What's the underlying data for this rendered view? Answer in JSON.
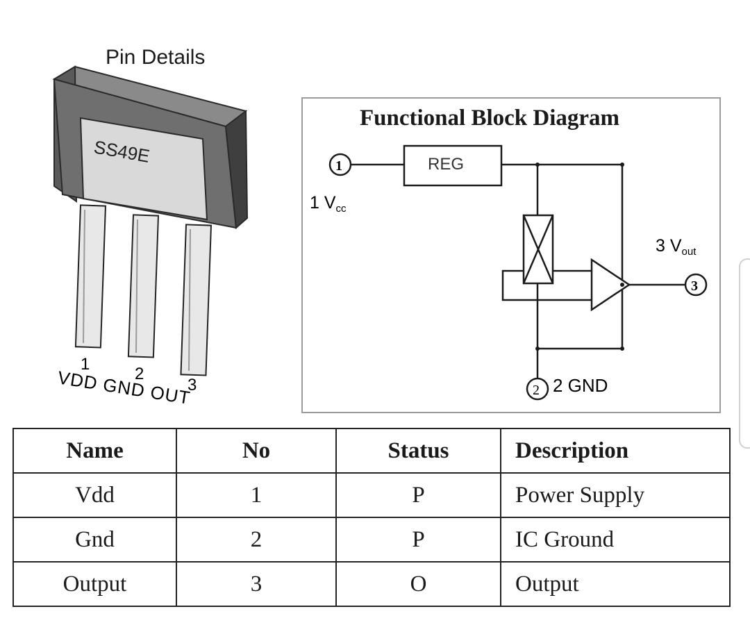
{
  "package": {
    "title": "Pin Details",
    "part_marking": "SS49E",
    "pin_numbers": [
      "1",
      "2",
      "3"
    ],
    "pin_names": "VDD GND OUT"
  },
  "block_diagram": {
    "title": "Functional Block Diagram",
    "reg_label": "REG",
    "pin1_mark": "1",
    "pin2_mark": "2",
    "pin3_mark": "3",
    "vcc_label": "1 V",
    "vcc_sub": "cc",
    "vout_label": "3 V",
    "vout_sub": "out",
    "gnd_label": "2 GND"
  },
  "pin_table": {
    "headers": [
      "Name",
      "No",
      "Status",
      "Description"
    ],
    "rows": [
      [
        "Vdd",
        "1",
        "P",
        "Power Supply"
      ],
      [
        "Gnd",
        "2",
        "P",
        "IC Ground"
      ],
      [
        "Output",
        "3",
        "O",
        "Output"
      ]
    ]
  },
  "colors": {
    "package_body": "#6f6f6f",
    "package_dark": "#3f3f3f",
    "label_face": "#d9d9d9",
    "frame": "#9a9a9a"
  }
}
